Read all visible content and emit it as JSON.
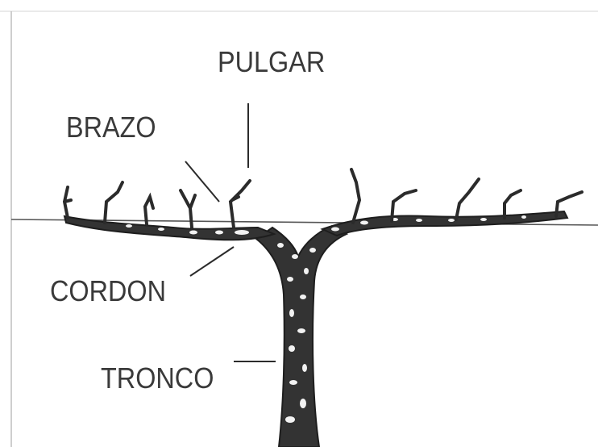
{
  "labels": {
    "pulgar": "PULGAR",
    "brazo": "BRAZO",
    "cordon": "CORDON",
    "tronco": "TRONCO"
  },
  "colors": {
    "ink": "#2b2b2b",
    "bark_fill": "#333333",
    "bark_spots": "#f2f2f2",
    "ground_line": "#555555",
    "background": "#ffffff"
  }
}
